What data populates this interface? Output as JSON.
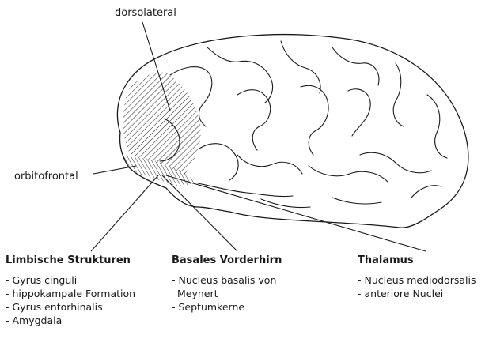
{
  "labels": {
    "dorsolateral": "dorsolateral",
    "orbitofrontal": "orbitofrontal"
  },
  "groups": [
    {
      "title": "Limbische Strukturen",
      "items": [
        "- Gyrus cinguli",
        "- hippokampale Formation",
        "- Gyrus entorhinalis",
        "- Amygdala"
      ]
    },
    {
      "title": "Basales Vorderhirn",
      "items": [
        "- Nucleus basalis von",
        "Meynert",
        "- Septumkerne"
      ]
    },
    {
      "title": "Thalamus",
      "items": [
        "- Nucleus mediodorsalis",
        "- anteriore Nuclei"
      ]
    }
  ],
  "colors": {
    "line": "#1a1a1a",
    "background": "#ffffff"
  }
}
